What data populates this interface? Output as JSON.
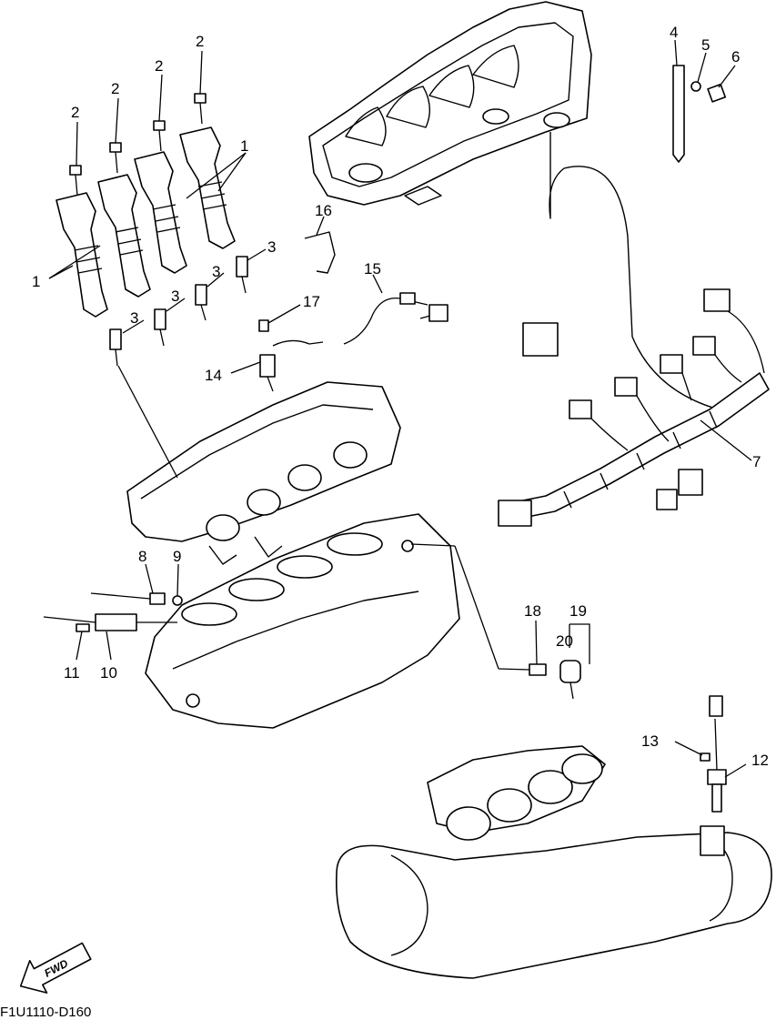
{
  "diagram": {
    "callouts": [
      {
        "id": "c1a",
        "text": "1"
      },
      {
        "id": "c1b",
        "text": "1"
      },
      {
        "id": "c2a",
        "text": "2"
      },
      {
        "id": "c2b",
        "text": "2"
      },
      {
        "id": "c2c",
        "text": "2"
      },
      {
        "id": "c2d",
        "text": "2"
      },
      {
        "id": "c3a",
        "text": "3"
      },
      {
        "id": "c3b",
        "text": "3"
      },
      {
        "id": "c3c",
        "text": "3"
      },
      {
        "id": "c3d",
        "text": "3"
      },
      {
        "id": "c4",
        "text": "4"
      },
      {
        "id": "c5",
        "text": "5"
      },
      {
        "id": "c6",
        "text": "6"
      },
      {
        "id": "c7",
        "text": "7"
      },
      {
        "id": "c8",
        "text": "8"
      },
      {
        "id": "c9",
        "text": "9"
      },
      {
        "id": "c10",
        "text": "10"
      },
      {
        "id": "c11",
        "text": "11"
      },
      {
        "id": "c12",
        "text": "12"
      },
      {
        "id": "c13",
        "text": "13"
      },
      {
        "id": "c14",
        "text": "14"
      },
      {
        "id": "c15",
        "text": "15"
      },
      {
        "id": "c16",
        "text": "16"
      },
      {
        "id": "c17",
        "text": "17"
      },
      {
        "id": "c18",
        "text": "18"
      },
      {
        "id": "c19",
        "text": "19"
      },
      {
        "id": "c20",
        "text": "20"
      }
    ],
    "fwd_label": "FWD",
    "diagram_code": "F1U1110-D160"
  }
}
